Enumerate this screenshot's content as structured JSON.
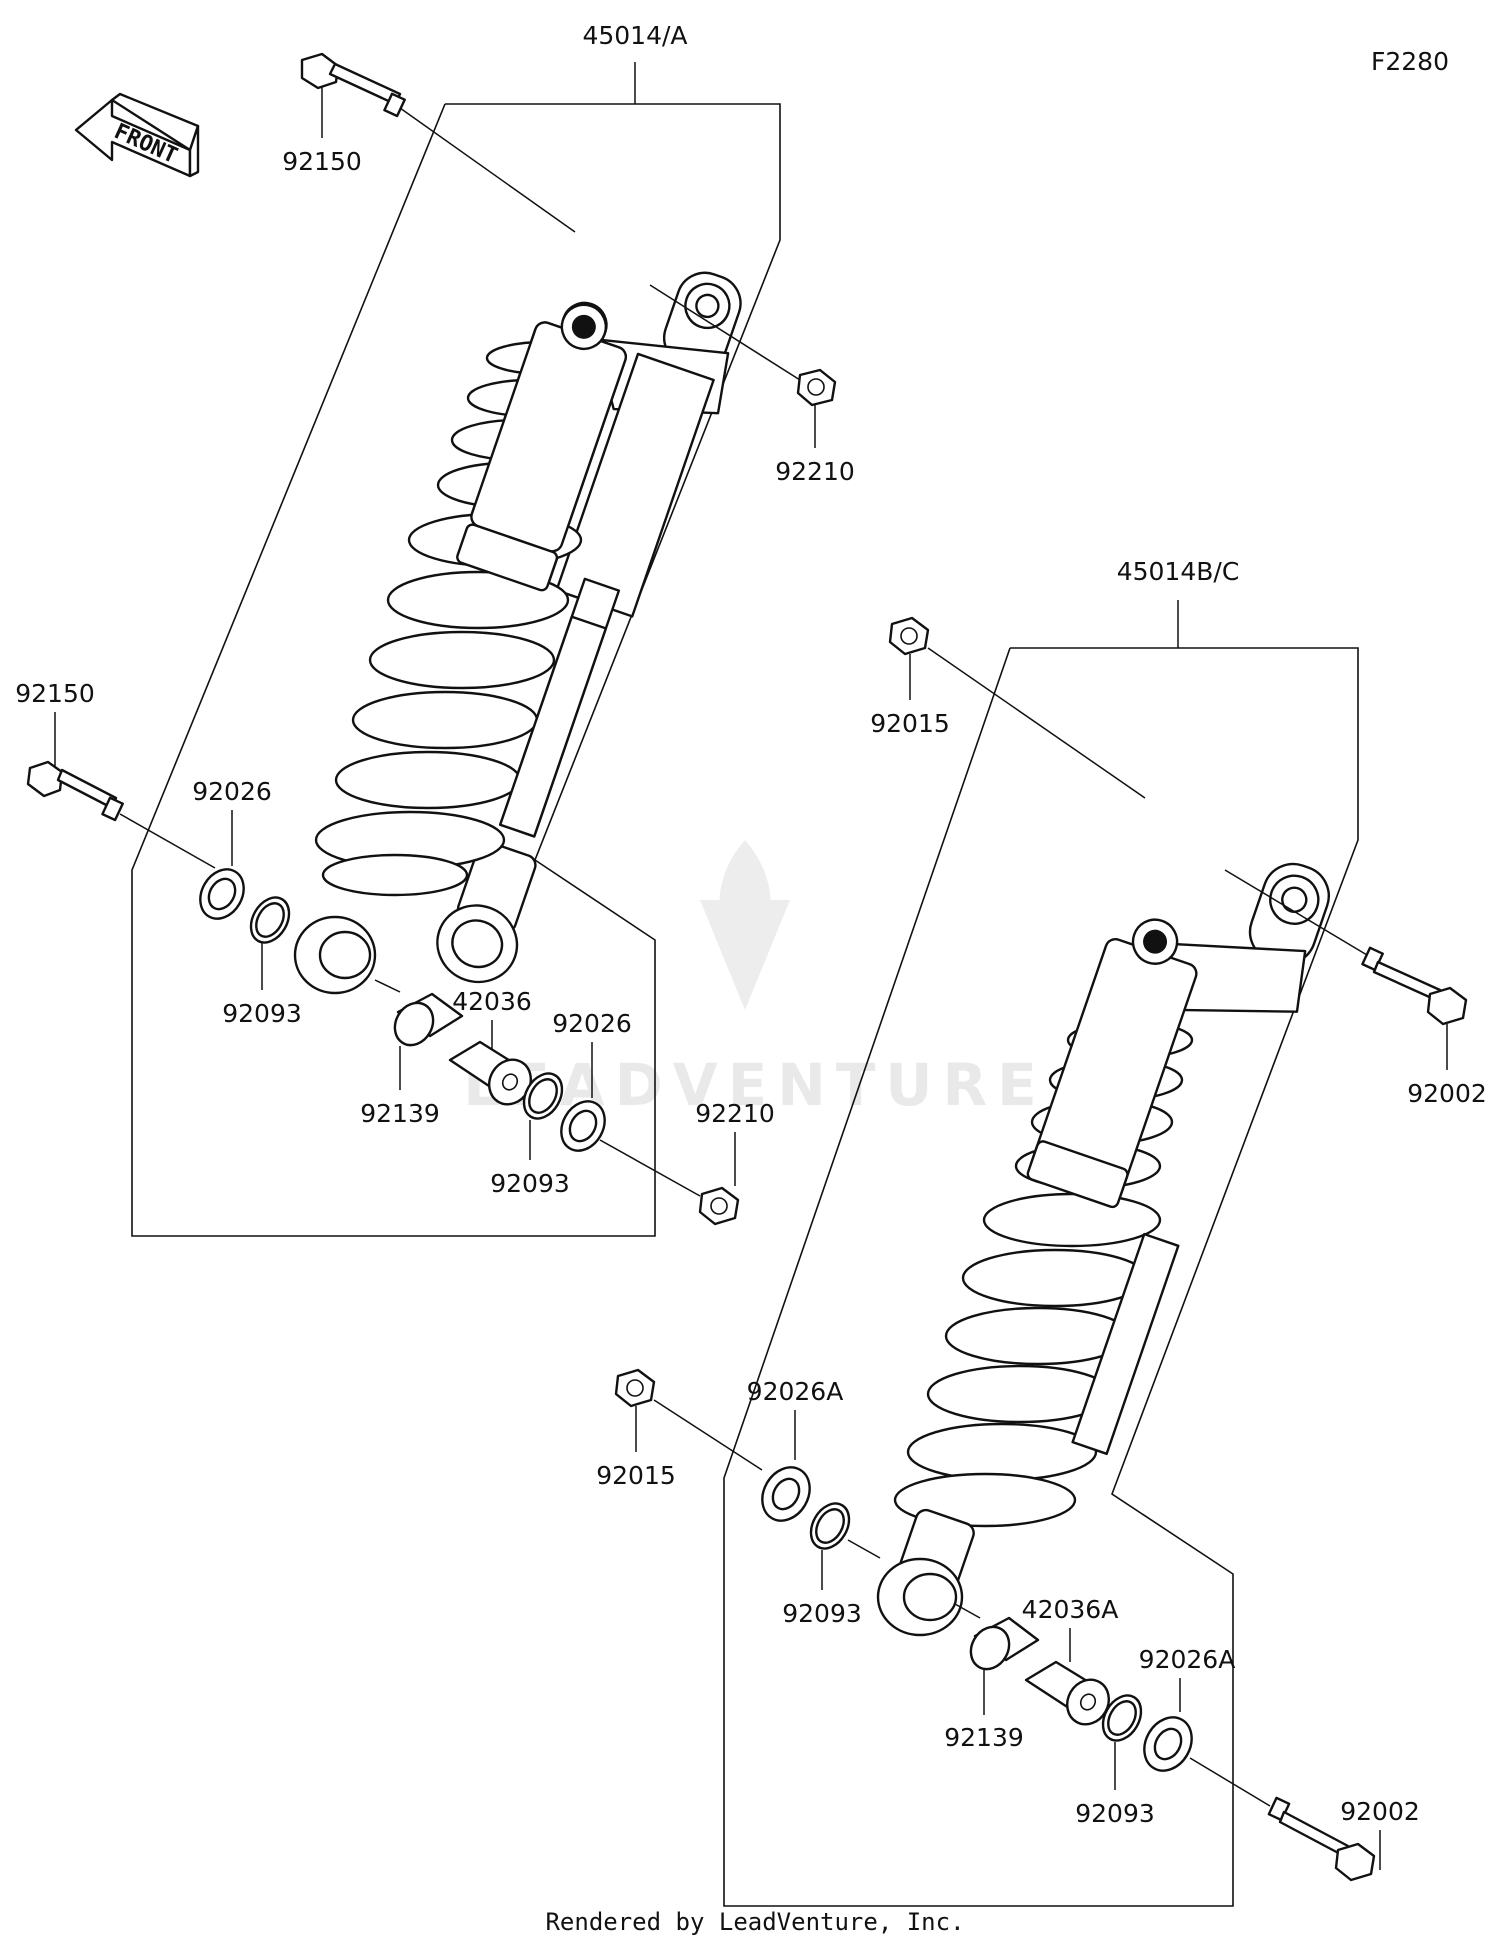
{
  "diagram": {
    "code": "F2280",
    "front_label": "FRONT",
    "watermark": "LEADVENTURE",
    "footer": "Rendered by LeadVenture, Inc.",
    "assemblies": {
      "front": "45014/A",
      "rear": "45014B/C"
    },
    "callouts": {
      "a_top_bolt": "92150",
      "a_top_nut": "92210",
      "a_bottom_bolt": "92150",
      "a_washer_left": "92026",
      "a_ring_left": "92093",
      "a_collar": "92139",
      "a_sleeve": "42036",
      "a_ring_right": "92093",
      "a_washer_right": "92026",
      "a_bottom_nut": "92210",
      "b_top_nut": "92015",
      "b_top_bolt": "92002",
      "b_bottom_nut": "92015",
      "b_washer_left": "92026A",
      "b_ring_left": "92093",
      "b_collar": "92139",
      "b_sleeve": "42036A",
      "b_ring_right": "92093",
      "b_washer_right": "92026A",
      "b_bottom_bolt": "92002"
    }
  }
}
